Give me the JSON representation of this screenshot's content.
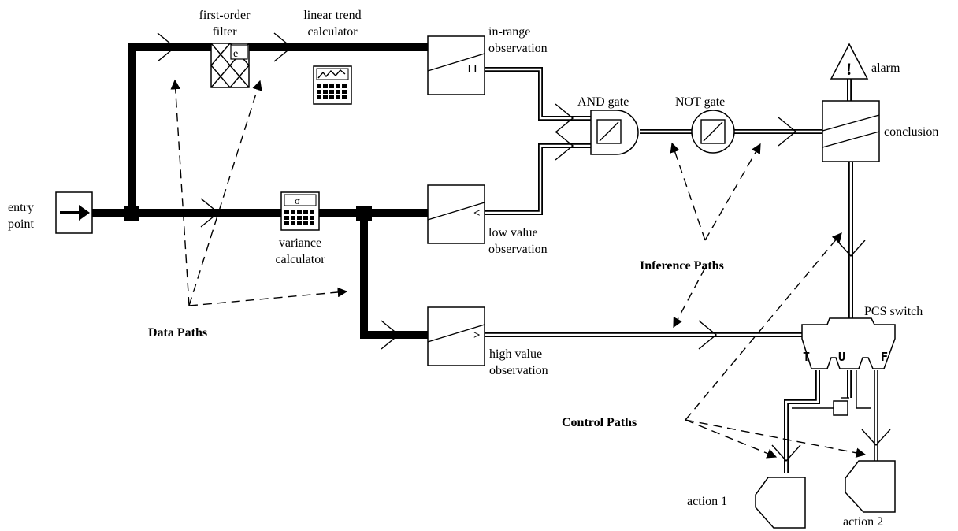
{
  "labels": {
    "first_order_filter": [
      "first-order",
      "filter"
    ],
    "linear_trend_calculator": [
      "linear trend",
      "calculator"
    ],
    "in_range_observation": [
      "in-range",
      "observation"
    ],
    "alarm": "alarm",
    "and_gate": "AND gate",
    "not_gate": "NOT gate",
    "conclusion": "conclusion",
    "entry_point": [
      "entry",
      "point"
    ],
    "variance_calculator": [
      "variance",
      "calculator"
    ],
    "low_value_observation": [
      "low value",
      "observation"
    ],
    "inference_paths": "Inference Paths",
    "pcs_switch": "PCS switch",
    "data_paths": "Data Paths",
    "high_value_observation": [
      "high value",
      "observation"
    ],
    "control_paths": "Control Paths",
    "action_1": "action 1",
    "action_2": "action 2"
  },
  "symbols": {
    "sigma": "σ",
    "in_range": "[ ]",
    "low": "<",
    "high": ">",
    "alarm_mark": "!",
    "switch_t": "T",
    "switch_u": "U",
    "switch_f": "F"
  },
  "icons": {
    "arrow": "entry-arrow-icon",
    "filter": "filter-icon",
    "trend": "trend-chart-icon",
    "variance": "sigma-icon",
    "observation": "observation-block-icon",
    "and": "and-gate-icon",
    "not": "not-gate-icon",
    "alarm": "warning-triangle-icon",
    "switch": "switch-icon",
    "action": "action-block-icon"
  },
  "colors": {
    "stroke": "#000000",
    "background": "#ffffff"
  }
}
